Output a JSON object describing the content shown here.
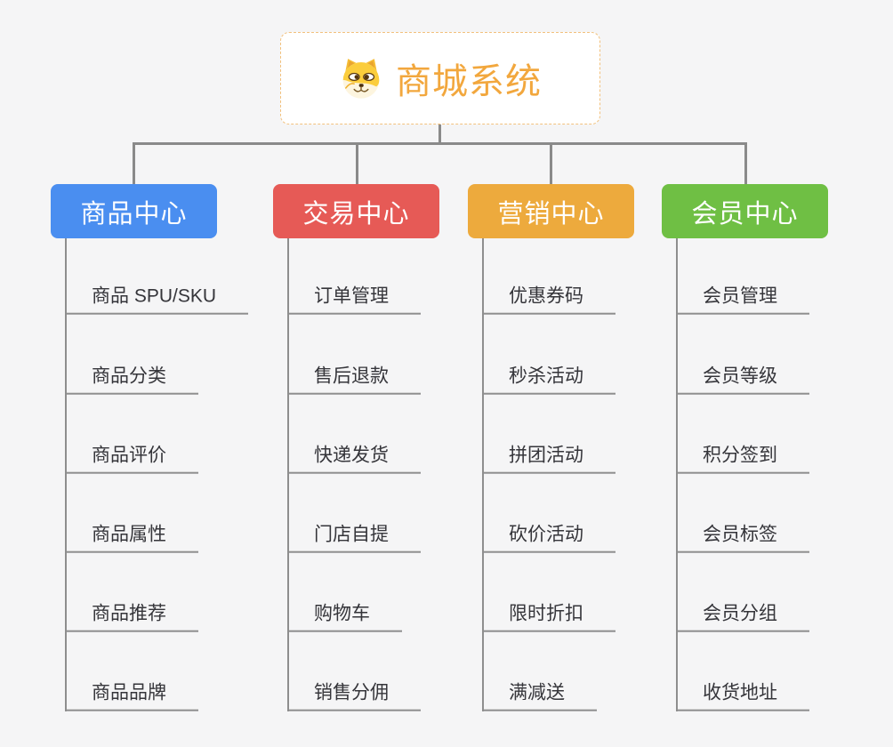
{
  "root": {
    "title": "商城系统",
    "icon": "doge-icon",
    "title_color": "#f2a73d",
    "border_color": "#f2c17d"
  },
  "branches": [
    {
      "label": "商品中心",
      "color": "#4a8ef0",
      "children": [
        "商品 SPU/SKU",
        "商品分类",
        "商品评价",
        "商品属性",
        "商品推荐",
        "商品品牌"
      ]
    },
    {
      "label": "交易中心",
      "color": "#e65a56",
      "children": [
        "订单管理",
        "售后退款",
        "快递发货",
        "门店自提",
        "购物车",
        "销售分佣"
      ]
    },
    {
      "label": "营销中心",
      "color": "#edaa3d",
      "children": [
        "优惠券码",
        "秒杀活动",
        "拼团活动",
        "砍价活动",
        "限时折扣",
        "满减送"
      ]
    },
    {
      "label": "会员中心",
      "color": "#6fbf44",
      "children": [
        "会员管理",
        "会员等级",
        "积分签到",
        "会员标签",
        "会员分组",
        "收货地址"
      ]
    }
  ]
}
